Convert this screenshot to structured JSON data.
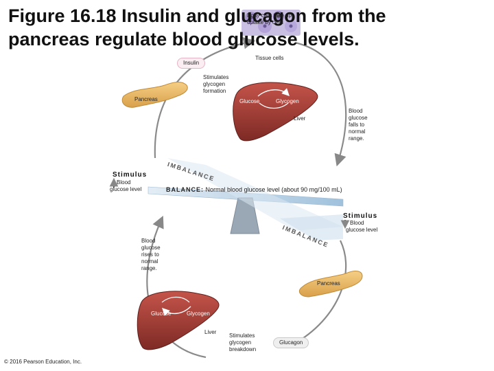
{
  "title": {
    "line1": "Figure 16.18 Insulin and glucagon from the",
    "line2": "pancreas regulate blood glucose levels."
  },
  "top_cycle": {
    "uptake_label_line1": "Body cells take up",
    "uptake_label_line2": "uptake by cells",
    "tissue_cells": "Tissue cells",
    "insulin": "Insulin",
    "stimulates_glycogen_formation": [
      "Stimulates",
      "glycogen",
      "formation"
    ],
    "pancreas": "Pancreas",
    "glucose": "Glucose",
    "glycogen": "Glycogen",
    "liver": "Liver",
    "blood_glucose_falls": [
      "Blood",
      "glucose",
      "falls to",
      "normal",
      "range."
    ]
  },
  "balance": {
    "imbalance_top": "IMBALANCE",
    "imbalance_bottom": "IMBALANCE",
    "balance_label": "BALANCE:",
    "balance_text": "Normal blood glucose level (about 90 mg/100 mL)"
  },
  "stimulus_left": {
    "title": "Stimulus",
    "arrow": "↑",
    "text": [
      "Blood",
      "glucose level"
    ]
  },
  "stimulus_right": {
    "title": "Stimulus",
    "arrow": "↓",
    "text": [
      "Blood",
      "glucose level"
    ]
  },
  "bottom_cycle": {
    "blood_glucose_rises": [
      "Blood",
      "glucose",
      "rises to",
      "normal",
      "range."
    ],
    "pancreas": "Pancreas",
    "glucose": "Glucose",
    "glycogen": "Glycogen",
    "liver": "Liver",
    "stimulates_glycogen_breakdown": [
      "Stimulates",
      "glycogen",
      "breakdown"
    ],
    "glucagon": "Glucagon"
  },
  "footer": "© 2016 Pearson Education, Inc.",
  "colors": {
    "liver": "#9e3a33",
    "liver_light": "#c4544a",
    "pancreas": "#e9b661",
    "seesaw_plank": "#b9d6ea",
    "fulcrum": "#8fa1b1",
    "cycle_line": "#888888",
    "tissue_cells": "#b7a9d6"
  }
}
